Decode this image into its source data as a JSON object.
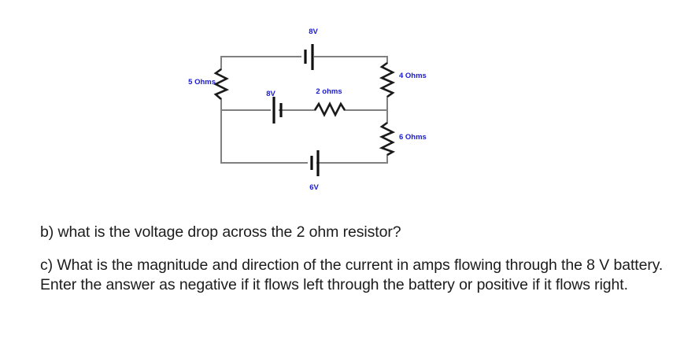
{
  "figure": {
    "name": "dc-circuit-diagram",
    "wire_color": "#808080",
    "component_color": "#1a1a1a",
    "label_color": "#1a1ad0",
    "labels": {
      "top_battery": "8V",
      "middle_battery": "8V",
      "bottom_battery": "6V",
      "left_resistor": "5 Ohms",
      "middle_resistor": "2 ohms",
      "right_top_resistor": "4 Ohms",
      "right_bottom_resistor": "6 Ohms"
    },
    "components": [
      {
        "id": "left-resistor",
        "type": "resistor",
        "label": "5 Ohms",
        "value": 5,
        "unit": "Ohms"
      },
      {
        "id": "top-battery",
        "type": "battery",
        "label": "8V",
        "value": 8,
        "unit": "V"
      },
      {
        "id": "right-top-resistor",
        "type": "resistor",
        "label": "4 Ohms",
        "value": 4,
        "unit": "Ohms"
      },
      {
        "id": "right-bottom-resistor",
        "type": "resistor",
        "label": "6 Ohms",
        "value": 6,
        "unit": "Ohms"
      },
      {
        "id": "middle-battery",
        "type": "battery",
        "label": "8V",
        "value": 8,
        "unit": "V"
      },
      {
        "id": "middle-resistor",
        "type": "resistor",
        "label": "2 ohms",
        "value": 2,
        "unit": "ohms"
      },
      {
        "id": "bottom-battery",
        "type": "battery",
        "label": "6V",
        "value": 6,
        "unit": "V"
      }
    ]
  },
  "questions": {
    "part_b": "b) what is the voltage drop across the 2 ohm resistor?",
    "part_c": "c) What is the magnitude and direction of the current in amps flowing through the 8 V battery. Enter the answer as negative if it flows left through the battery or positive if it flows right."
  }
}
